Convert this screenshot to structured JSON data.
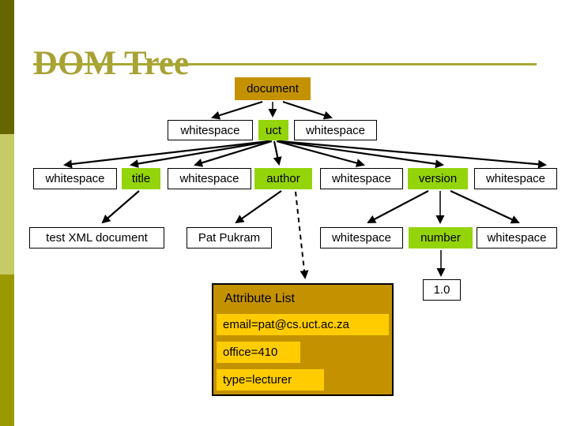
{
  "slide": {
    "title": "DOM Tree"
  },
  "colors": {
    "title_text": "#a8a236",
    "underline": "#a8a832",
    "gold_node": "#c49200",
    "green_node": "#94d40a",
    "attr_row_bg": "#ffcc00",
    "sidebar_top": "#666600",
    "sidebar_middle": "#c6ca67",
    "sidebar_bottom": "#9a9a00",
    "connector": "#000000"
  },
  "tree": {
    "root": {
      "label": "document"
    },
    "level2": [
      {
        "label": "whitespace"
      },
      {
        "label": "uct"
      },
      {
        "label": "whitespace"
      }
    ],
    "level3": [
      {
        "label": "whitespace"
      },
      {
        "label": "title"
      },
      {
        "label": "whitespace"
      },
      {
        "label": "author"
      },
      {
        "label": "whitespace"
      },
      {
        "label": "version"
      },
      {
        "label": "whitespace"
      }
    ],
    "level4": [
      {
        "label": "test XML document"
      },
      {
        "label": "Pat Pukram"
      },
      {
        "label": "whitespace"
      },
      {
        "label": "number"
      },
      {
        "label": "whitespace"
      }
    ],
    "value_node": {
      "label": "1.0"
    },
    "attribute_list": {
      "title": "Attribute List",
      "items": [
        {
          "label": "email=pat@cs.uct.ac.za"
        },
        {
          "label": "office=410"
        },
        {
          "label": "type=lecturer"
        }
      ]
    }
  }
}
